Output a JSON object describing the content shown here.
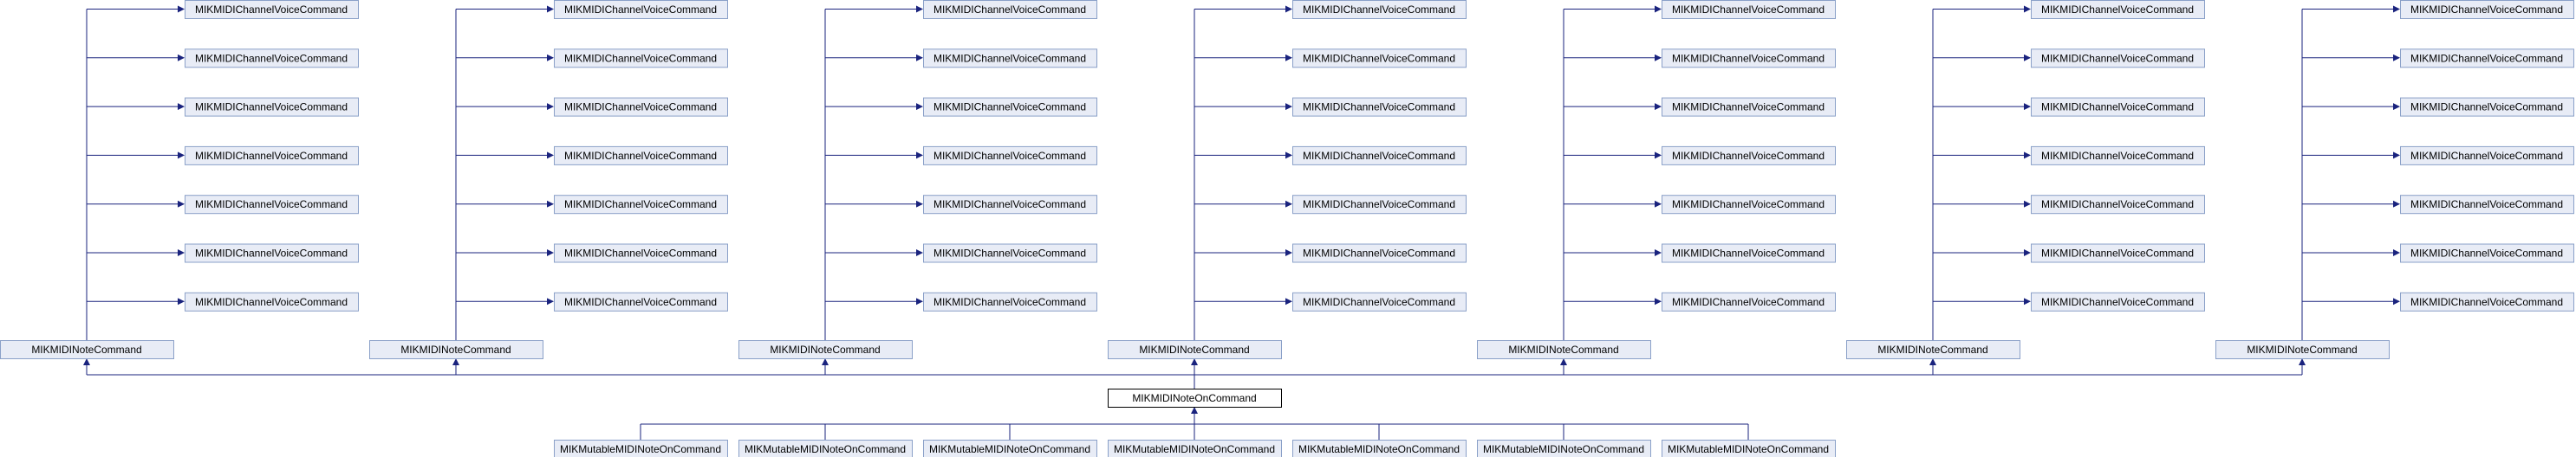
{
  "diagram": {
    "type": "class-inheritance-graph",
    "colors": {
      "box_fill": "#e8ecf6",
      "box_border": "#8aa0c8",
      "focus_fill": "#ffffff",
      "focus_border": "#000000",
      "edge": "#1a237e"
    },
    "focus": {
      "label": "MIKMIDINoteOnCommand"
    },
    "parents": [
      {
        "label": "MIKMIDINoteCommand",
        "ancestors": [
          "MIKMIDIChannelVoiceCommand",
          "MIKMIDIChannelVoiceCommand",
          "MIKMIDIChannelVoiceCommand",
          "MIKMIDIChannelVoiceCommand",
          "MIKMIDIChannelVoiceCommand",
          "MIKMIDIChannelVoiceCommand",
          "MIKMIDIChannelVoiceCommand"
        ]
      },
      {
        "label": "MIKMIDINoteCommand",
        "ancestors": [
          "MIKMIDIChannelVoiceCommand",
          "MIKMIDIChannelVoiceCommand",
          "MIKMIDIChannelVoiceCommand",
          "MIKMIDIChannelVoiceCommand",
          "MIKMIDIChannelVoiceCommand",
          "MIKMIDIChannelVoiceCommand",
          "MIKMIDIChannelVoiceCommand"
        ]
      },
      {
        "label": "MIKMIDINoteCommand",
        "ancestors": [
          "MIKMIDIChannelVoiceCommand",
          "MIKMIDIChannelVoiceCommand",
          "MIKMIDIChannelVoiceCommand",
          "MIKMIDIChannelVoiceCommand",
          "MIKMIDIChannelVoiceCommand",
          "MIKMIDIChannelVoiceCommand",
          "MIKMIDIChannelVoiceCommand"
        ]
      },
      {
        "label": "MIKMIDINoteCommand",
        "ancestors": [
          "MIKMIDIChannelVoiceCommand",
          "MIKMIDIChannelVoiceCommand",
          "MIKMIDIChannelVoiceCommand",
          "MIKMIDIChannelVoiceCommand",
          "MIKMIDIChannelVoiceCommand",
          "MIKMIDIChannelVoiceCommand",
          "MIKMIDIChannelVoiceCommand"
        ]
      },
      {
        "label": "MIKMIDINoteCommand",
        "ancestors": [
          "MIKMIDIChannelVoiceCommand",
          "MIKMIDIChannelVoiceCommand",
          "MIKMIDIChannelVoiceCommand",
          "MIKMIDIChannelVoiceCommand",
          "MIKMIDIChannelVoiceCommand",
          "MIKMIDIChannelVoiceCommand",
          "MIKMIDIChannelVoiceCommand"
        ]
      },
      {
        "label": "MIKMIDINoteCommand",
        "ancestors": [
          "MIKMIDIChannelVoiceCommand",
          "MIKMIDIChannelVoiceCommand",
          "MIKMIDIChannelVoiceCommand",
          "MIKMIDIChannelVoiceCommand",
          "MIKMIDIChannelVoiceCommand",
          "MIKMIDIChannelVoiceCommand",
          "MIKMIDIChannelVoiceCommand"
        ]
      },
      {
        "label": "MIKMIDINoteCommand",
        "ancestors": [
          "MIKMIDIChannelVoiceCommand",
          "MIKMIDIChannelVoiceCommand",
          "MIKMIDIChannelVoiceCommand",
          "MIKMIDIChannelVoiceCommand",
          "MIKMIDIChannelVoiceCommand",
          "MIKMIDIChannelVoiceCommand",
          "MIKMIDIChannelVoiceCommand"
        ]
      }
    ],
    "children": [
      "MIKMutableMIDINoteOnCommand",
      "MIKMutableMIDINoteOnCommand",
      "MIKMutableMIDINoteOnCommand",
      "MIKMutableMIDINoteOnCommand",
      "MIKMutableMIDINoteOnCommand",
      "MIKMutableMIDINoteOnCommand",
      "MIKMutableMIDINoteOnCommand"
    ]
  }
}
